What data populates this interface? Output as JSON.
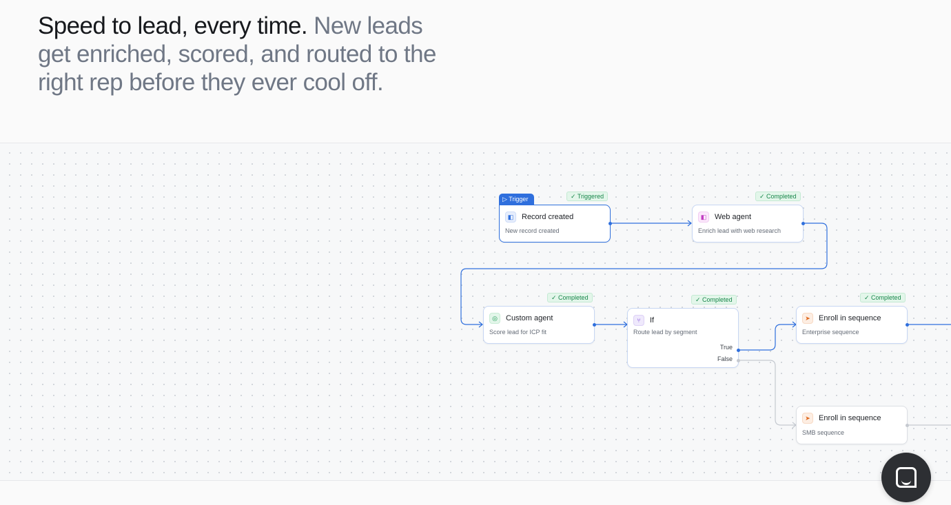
{
  "hero": {
    "lead": "Speed to lead, every time.",
    "rest": "New leads get enriched, scored, and routed to the right rep before they ever cool off."
  },
  "workflow": {
    "trigger_tag": "Trigger",
    "nodes": {
      "record_created": {
        "title": "Record created",
        "subtitle": "New record created",
        "badge": "Triggered"
      },
      "web_agent": {
        "title": "Web agent",
        "subtitle": "Enrich lead with web research",
        "badge": "Completed"
      },
      "custom_agent": {
        "title": "Custom agent",
        "subtitle": "Score lead for ICP fit",
        "badge": "Completed"
      },
      "if_node": {
        "title": "If",
        "subtitle": "Route lead by segment",
        "badge": "Completed",
        "branch_true": "True",
        "branch_false": "False"
      },
      "enroll_enterprise": {
        "title": "Enroll in sequence",
        "subtitle": "Enterprise sequence",
        "badge": "Completed"
      },
      "enroll_smb": {
        "title": "Enroll in sequence",
        "subtitle": "SMB sequence"
      }
    }
  },
  "icons": {
    "trigger": "play-icon",
    "record": "record-icon",
    "web_agent": "web-agent-icon",
    "custom_agent": "custom-agent-icon",
    "if": "branch-icon",
    "sequence": "send-icon",
    "chat": "chat-icon",
    "check": "check-icon"
  },
  "colors": {
    "accent": "#2f6fdd",
    "success": "#17864a",
    "muted_text": "#6f7785"
  }
}
